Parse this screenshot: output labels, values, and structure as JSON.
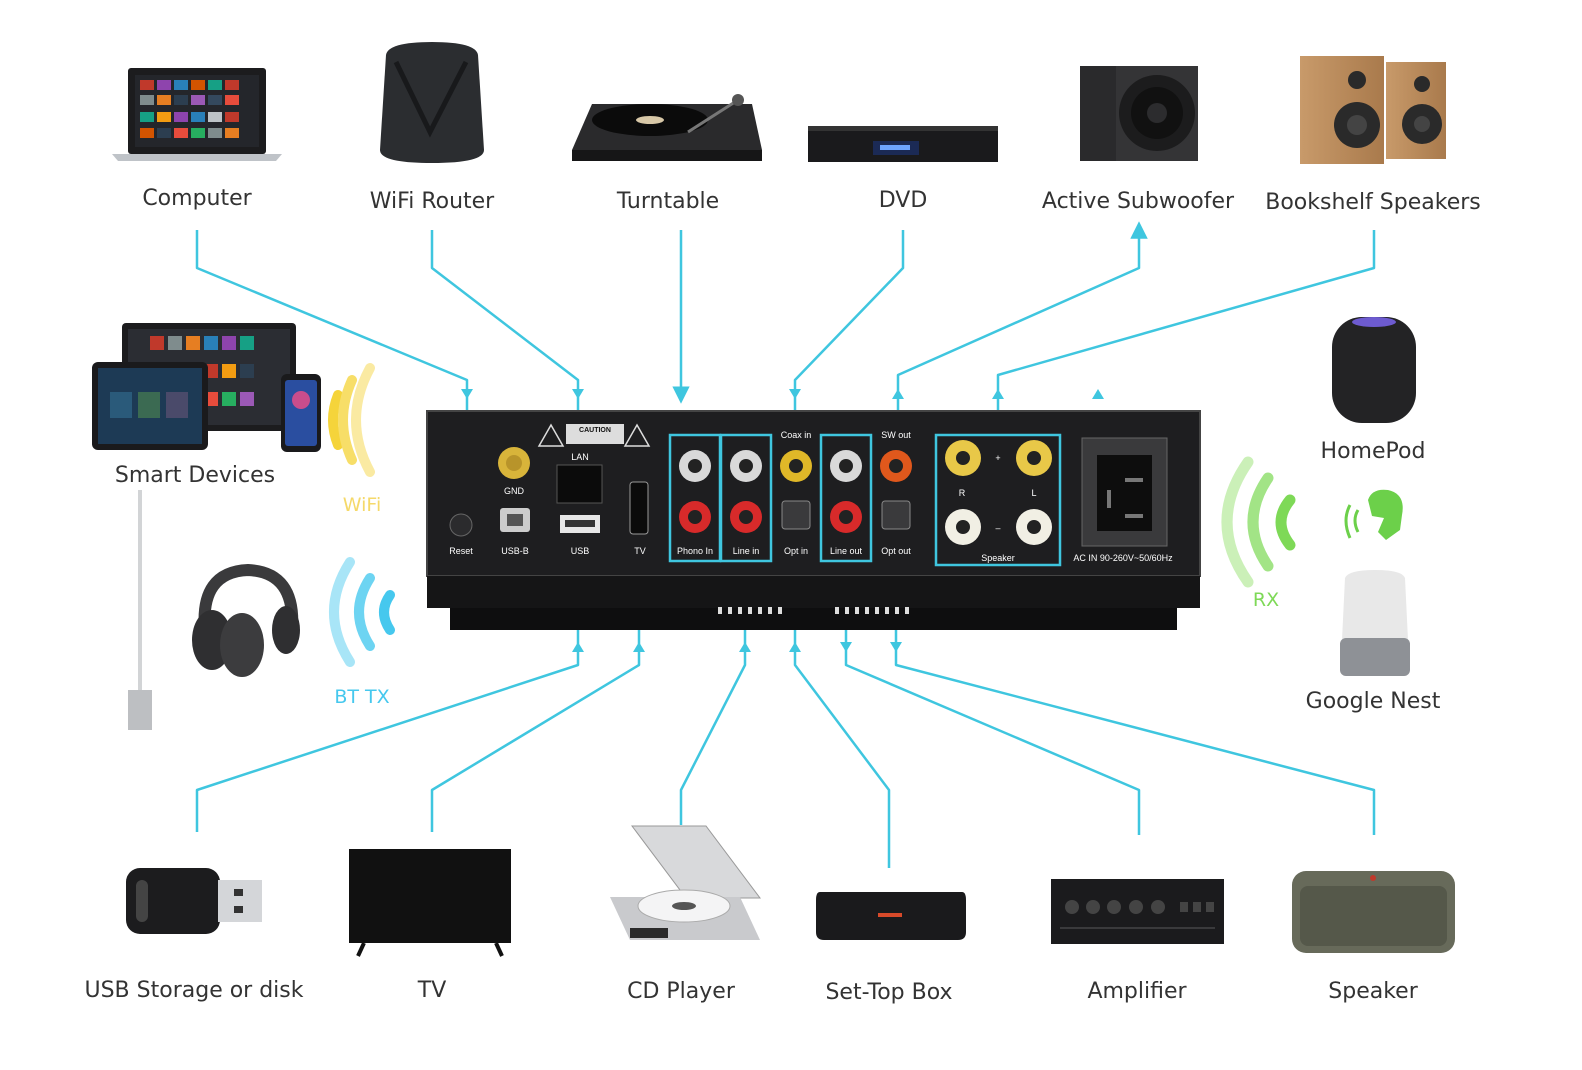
{
  "devices": {
    "computer": "Computer",
    "wifi_router": "WiFi Router",
    "turntable": "Turntable",
    "dvd": "DVD",
    "active_subwoofer": "Active Subwoofer",
    "bookshelf_speakers": "Bookshelf Speakers",
    "smart_devices": "Smart Devices",
    "homepod": "HomePod",
    "google_nest": "Google Nest",
    "usb_storage": "USB Storage or disk",
    "tv": "TV",
    "cd_player": "CD Player",
    "set_top_box": "Set-Top Box",
    "amplifier": "Amplifier",
    "speaker": "Speaker"
  },
  "wireless": {
    "wifi": "WiFi",
    "bt_tx": "BT TX",
    "rx": "RX"
  },
  "ports": {
    "caution": "CAUTION",
    "lan": "LAN",
    "gnd": "GND",
    "reset": "Reset",
    "usb_b": "USB-B",
    "usb": "USB",
    "tv": "TV",
    "phono_in": "Phono In",
    "line_in": "Line in",
    "coax_in": "Coax in",
    "opt_in": "Opt in",
    "sw_out": "SW out",
    "line_out": "Line out",
    "opt_out": "Opt out",
    "plus": "+",
    "minus": "–",
    "r": "R",
    "l": "L",
    "speaker": "Speaker",
    "ac_in": "AC IN 90-260V~50/60Hz"
  },
  "colors": {
    "line": "#3fc6df",
    "wifi": "#f5d43a",
    "bt": "#46c8ee",
    "rx": "#7ed957",
    "device_dark": "#2a2a2a"
  }
}
